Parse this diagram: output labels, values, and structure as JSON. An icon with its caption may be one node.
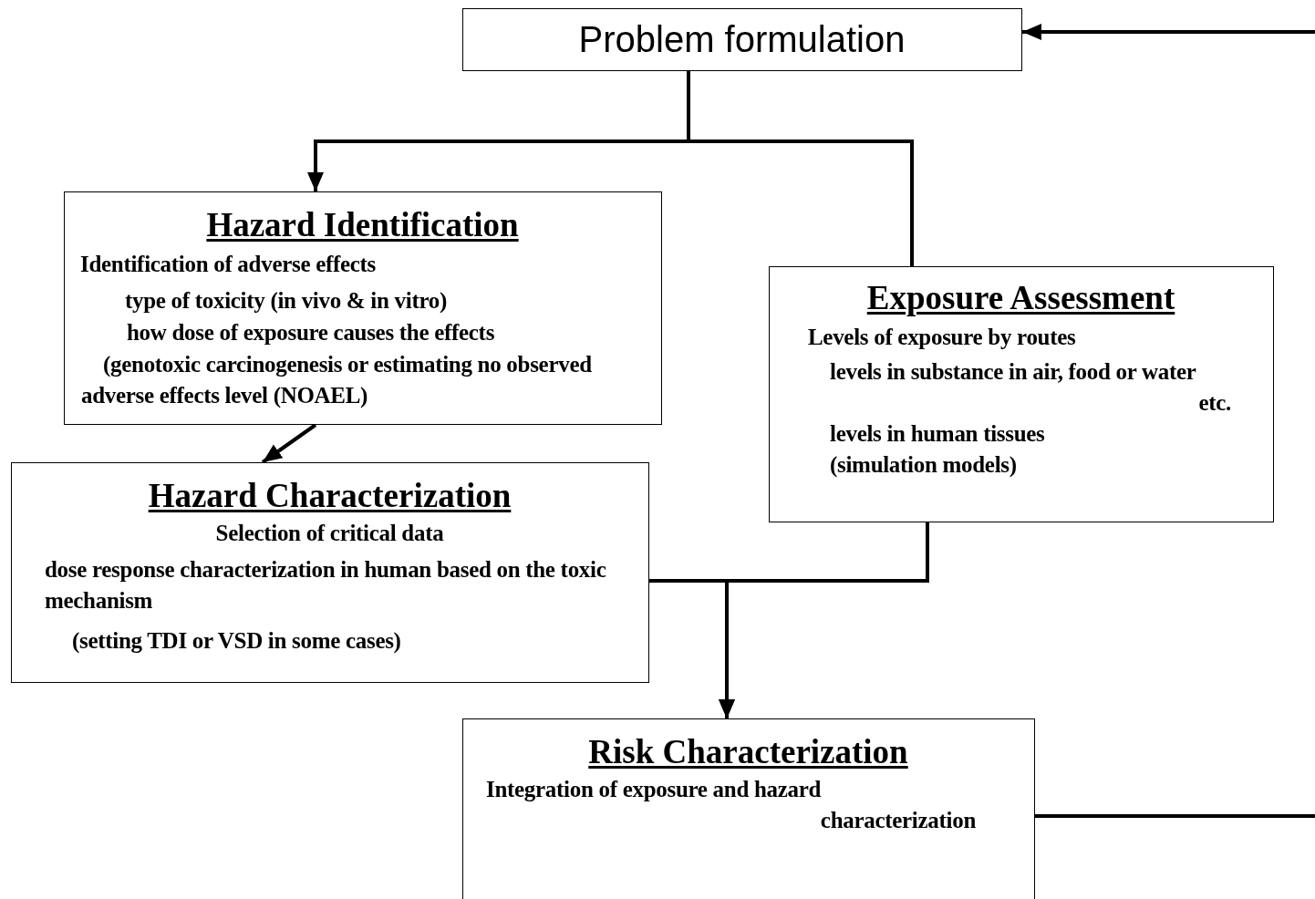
{
  "diagram": {
    "nodes": [
      {
        "text": [
          "Problem formulation"
        ]
      },
      {
        "text": [
          "Hazard Identification",
          "Identification of adverse effects",
          "type of toxicity (in vivo & in vitro)",
          "how dose of exposure causes the effects",
          "(genotoxic carcinogenesis or estimating no observed adverse effects level (NOAEL)"
        ]
      },
      {
        "text": [
          "Exposure Assessment",
          "Levels of exposure by routes",
          "levels in substance in air, food or water etc.",
          "levels in human tissues",
          "(simulation models)"
        ]
      },
      {
        "text": [
          "Hazard Characterization",
          "Selection of critical data",
          "dose response characterization in human based on the toxic mechanism",
          "(setting TDI or VSD in some cases)"
        ]
      },
      {
        "text": [
          "Risk Characterization",
          "Integration of exposure and hazard characterization"
        ]
      }
    ],
    "edges": [
      {
        "from": 0,
        "to": 1,
        "arrow": "to"
      },
      {
        "from": 0,
        "to": 2,
        "arrow": "none"
      },
      {
        "from": 1,
        "to": 3,
        "arrow": "to"
      },
      {
        "from": 3,
        "to": 4,
        "arrow": "to"
      },
      {
        "from": 2,
        "to": 4,
        "arrow": "to"
      },
      {
        "from": 4,
        "to": null,
        "arrow": "none"
      },
      {
        "from": null,
        "to": 0,
        "arrow": "to"
      }
    ]
  }
}
